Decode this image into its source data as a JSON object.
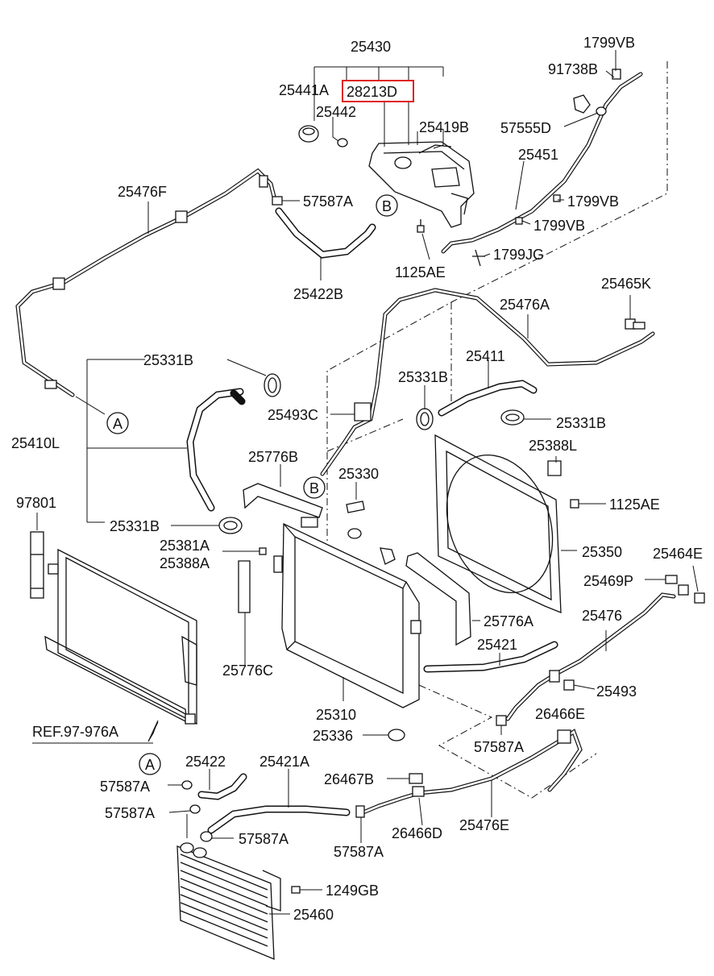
{
  "labels": {
    "p25430": "25430",
    "p1799VB_top": "1799VB",
    "p91738B": "91738B",
    "p25441A": "25441A",
    "p28213D": "28213D",
    "p25442": "25442",
    "p25419B": "25419B",
    "p57555D": "57555D",
    "p25451": "25451",
    "p25476F": "25476F",
    "p57587A_top": "57587A",
    "p1799VB_mid1": "1799VB",
    "p1799VB_mid2": "1799VB",
    "p1125AE_top": "1125AE",
    "p1799JG": "1799JG",
    "p25422B": "25422B",
    "p25465K": "25465K",
    "p25476A": "25476A",
    "p25331B_1": "25331B",
    "p25411": "25411",
    "p25331B_2": "25331B",
    "p25493C": "25493C",
    "p25331B_3": "25331B",
    "p25410L": "25410L",
    "p25776B": "25776B",
    "p25388L": "25388L",
    "p25330": "25330",
    "p97801": "97801",
    "p1125AE_right": "1125AE",
    "p25331B_4": "25331B",
    "p25381A": "25381A",
    "p25388A": "25388A",
    "p25350": "25350",
    "p25464E": "25464E",
    "p25469P": "25469P",
    "p25476": "25476",
    "p25776A": "25776A",
    "p25776C": "25776C",
    "p25421": "25421",
    "p25493": "25493",
    "p25310": "25310",
    "p26466E": "26466E",
    "pREF": "REF.97-976A",
    "p25336": "25336",
    "p57587A_mid": "57587A",
    "p25422": "25422",
    "p25421A": "25421A",
    "p26467B": "26467B",
    "p57587A_a": "57587A",
    "p57587A_b": "57587A",
    "p57587A_c": "57587A",
    "p26466D": "26466D",
    "p25476E": "25476E",
    "p57587A_d": "57587A",
    "p1249GB": "1249GB",
    "p25460": "25460"
  },
  "callouts": {
    "A_left": "A",
    "B_top": "B",
    "B_mid": "B",
    "A_bottom": "A"
  },
  "highlight": {
    "part": "28213D",
    "color": "#e0201c"
  }
}
